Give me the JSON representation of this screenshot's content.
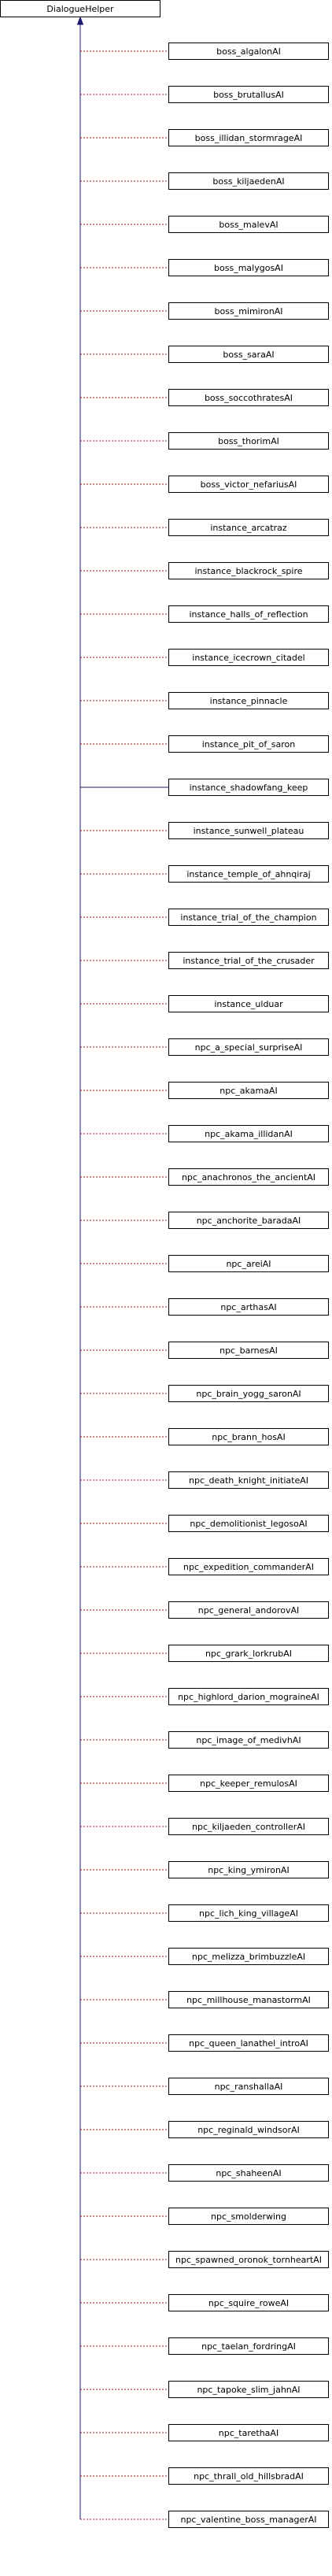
{
  "diagram": {
    "base_class": "DialogueHelper",
    "colors": {
      "box_border": "#000000",
      "box_fill": "#ffffff",
      "text": "#000000",
      "dashed_edge": "#9a1a1a",
      "solid_edge": "#191970"
    },
    "solid_edge_class": "instance_shadowfang_keep",
    "derived_classes": [
      "boss_algalonAI",
      "boss_brutallusAI",
      "boss_illidan_stormrageAI",
      "boss_kiljaedenAI",
      "boss_malevAI",
      "boss_malygosAI",
      "boss_mimironAI",
      "boss_saraAI",
      "boss_soccothratesAI",
      "boss_thorimAI",
      "boss_victor_nefariusAI",
      "instance_arcatraz",
      "instance_blackrock_spire",
      "instance_halls_of_reflection",
      "instance_icecrown_citadel",
      "instance_pinnacle",
      "instance_pit_of_saron",
      "instance_shadowfang_keep",
      "instance_sunwell_plateau",
      "instance_temple_of_ahnqiraj",
      "instance_trial_of_the_champion",
      "instance_trial_of_the_crusader",
      "instance_ulduar",
      "npc_a_special_surpriseAI",
      "npc_akamaAI",
      "npc_akama_illidanAI",
      "npc_anachronos_the_ancientAI",
      "npc_anchorite_baradaAI",
      "npc_areiAI",
      "npc_arthasAI",
      "npc_barnesAI",
      "npc_brain_yogg_saronAI",
      "npc_brann_hosAI",
      "npc_death_knight_initiateAI",
      "npc_demolitionist_legosoAI",
      "npc_expedition_commanderAI",
      "npc_general_andorovAI",
      "npc_grark_lorkrubAI",
      "npc_highlord_darion_mograineAI",
      "npc_image_of_medivhAI",
      "npc_keeper_remulosAI",
      "npc_kiljaeden_controllerAI",
      "npc_king_ymironAI",
      "npc_lich_king_villageAI",
      "npc_melizza_brimbuzzleAI",
      "npc_millhouse_manastormAI",
      "npc_queen_lanathel_introAI",
      "npc_ranshallaAI",
      "npc_reginald_windsorAI",
      "npc_shaheenAI",
      "npc_smolderwing",
      "npc_spawned_oronok_tornheartAI",
      "npc_squire_roweAI",
      "npc_taelan_fordringAI",
      "npc_tapoke_slim_jahnAI",
      "npc_tarethaAI",
      "npc_thrall_old_hillsbradAI",
      "npc_valentine_boss_managerAI"
    ]
  }
}
